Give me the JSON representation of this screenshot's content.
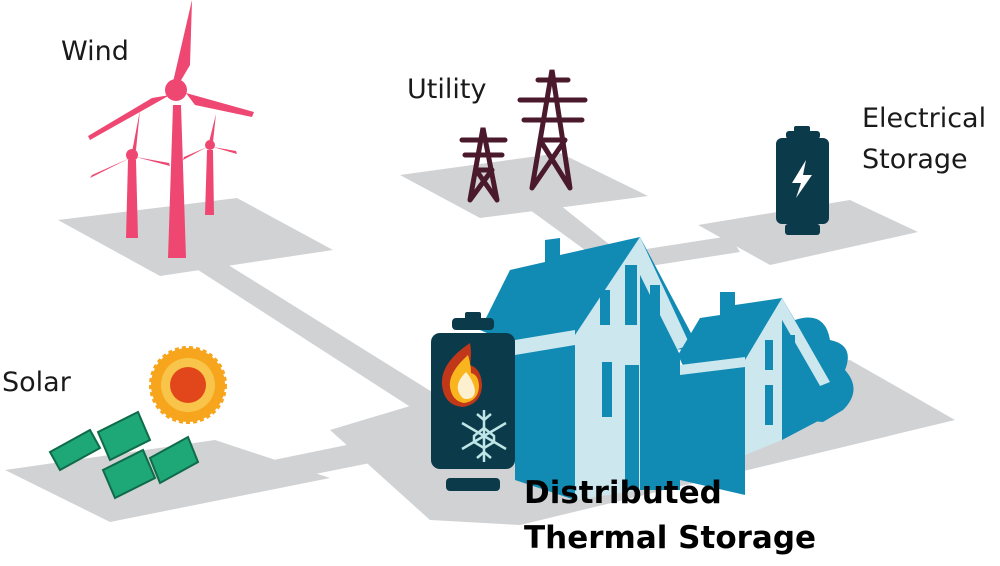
{
  "labels": {
    "wind": "Wind",
    "utility": "Utility",
    "electrical_storage_line1": "Electrical",
    "electrical_storage_line2": "Storage",
    "solar": "Solar",
    "thermal_line1": "Distributed",
    "thermal_line2": "Thermal Storage"
  },
  "icons": [
    "wind-turbine-icon",
    "transmission-tower-icon",
    "battery-icon",
    "sun-icon",
    "solar-panel-icon",
    "house-icon",
    "thermal-tank-icon",
    "flame-icon",
    "snowflake-icon"
  ],
  "colors": {
    "ground": "#d1d2d4",
    "wind": "#ee4872",
    "utility": "#4a1a2c",
    "storage": "#0b3a4a",
    "house_dark": "#118bb4",
    "house_light": "#cde7ef",
    "sun": "#f7a51c",
    "solar_panel": "#1ea777"
  }
}
